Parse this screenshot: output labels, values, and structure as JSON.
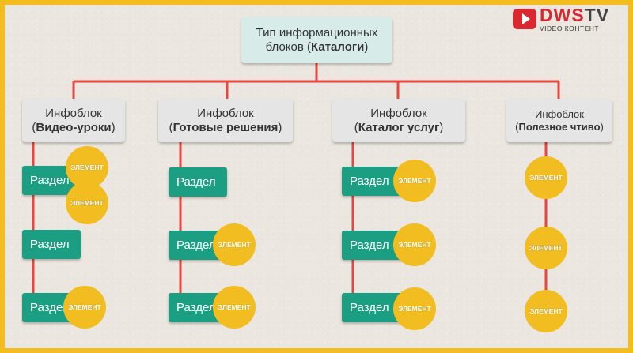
{
  "logo": {
    "name_a": "DWS",
    "name_b": "TV",
    "subtitle": "VIDEO КОНТЕНТ"
  },
  "root": {
    "line1": "Тип информационных",
    "line2_pre": "блоков (",
    "line2_bold": "Каталоги",
    "line2_post": ")"
  },
  "blocks": [
    {
      "label": "Инфоблок",
      "name": "Видео-уроки"
    },
    {
      "label": "Инфоблок",
      "name": "Готовые решения"
    },
    {
      "label": "Инфоблок",
      "name": "Каталог услуг"
    },
    {
      "label": "Инфоблок",
      "name": "Полезное чтиво"
    }
  ],
  "section_label": "Раздел",
  "element_label": "ЭЛЕМЕНТ",
  "colors": {
    "line": "#e8463f",
    "section": "#1b9e82",
    "element": "#f2bd21",
    "frame": "#f3bd1f"
  }
}
